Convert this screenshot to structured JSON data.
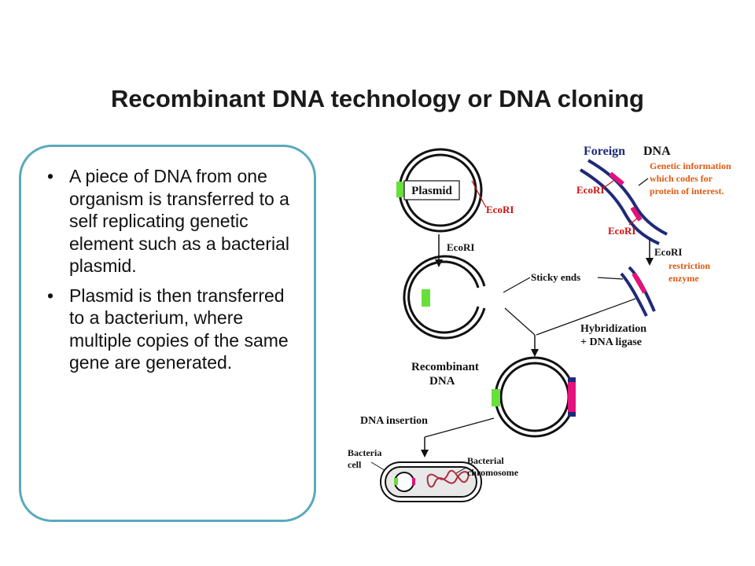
{
  "slide": {
    "title": "Recombinant DNA technology or DNA cloning",
    "bullets": [
      "A piece of DNA from one organism is transferred to a self replicating genetic element such as a bacterial plasmid.",
      "Plasmid is then transferred to a bacterium, where multiple copies of the same gene are generated."
    ]
  },
  "diagram": {
    "plasmid_label": "Plasmid",
    "ecori_plasmid": "EcoRI",
    "ecori_arrow": "EcoRI",
    "foreign_label": "Foreign",
    "dna_label": "DNA",
    "genetic_info": [
      "Genetic information",
      "which codes for",
      "protein of interest."
    ],
    "ecori_foreign_left": "EcoRI",
    "ecori_foreign_bottom": "EcoRI",
    "ecori_right_arrow": "EcoRI",
    "restriction_enzyme": [
      "restriction",
      "enzyme"
    ],
    "sticky_ends": "Sticky ends",
    "hybridization": [
      "Hybridization",
      "+ DNA ligase"
    ],
    "recombinant": [
      "Recombinant",
      "DNA"
    ],
    "dna_insertion": "DNA insertion",
    "bacteria_cell": [
      "Bacteria",
      "cell"
    ],
    "bacterial_chromosome": [
      "Bacterial",
      "chromosome"
    ]
  },
  "colors": {
    "plasmid_ring": "#111111",
    "marker_green": "#66e03a",
    "insert_pink": "#e4127a",
    "strand_navy": "#1f2a78",
    "label_red": "#cc1111",
    "label_orange": "#e05a12",
    "chromosome": "#b03040",
    "box_border": "#5aa9bc"
  }
}
